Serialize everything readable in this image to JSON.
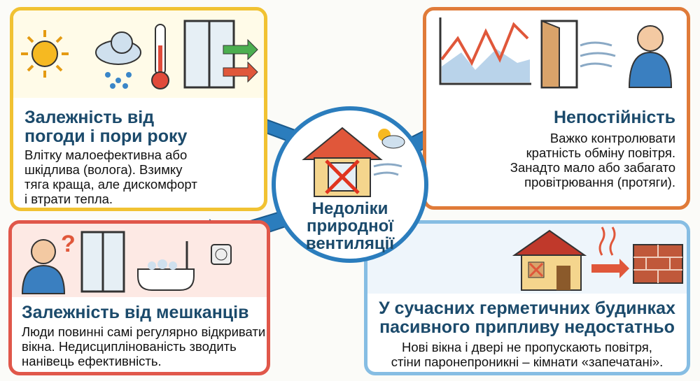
{
  "center": {
    "title_lines": [
      "Недоліки",
      "природної",
      "вентиляції"
    ]
  },
  "cards": [
    {
      "title_lines": [
        "Залежність від",
        "погоди і пори року"
      ],
      "desc_lines": [
        "Влітку малоефективна або",
        "шкідлива (волога). Взимку",
        "тяга краща, але дискомфорт",
        "і втрати тепла."
      ],
      "border_color": "#f1c232",
      "icons": [
        "sun-icon",
        "rain-cloud-icon",
        "thermometer-icon",
        "window-airflow-icon"
      ]
    },
    {
      "title_lines": [
        "Непостійність"
      ],
      "desc_lines": [
        "Важко контролювати",
        "кратність обміну повітря.",
        "Занадто мало або забагато",
        "провітрювання (протяги)."
      ],
      "border_color": "#e07b39",
      "icons": [
        "fluctuating-chart-icon",
        "open-door-draft-icon",
        "cold-person-icon"
      ]
    },
    {
      "title_lines": [
        "Залежність від мешканців"
      ],
      "desc_lines": [
        "Люди повинні самі регулярно відкривати",
        "вікна. Недисциплінованість зводить",
        "нанівець ефективність."
      ],
      "border_color": "#e0574a",
      "icons": [
        "confused-person-icon",
        "window-icon",
        "bathtub-icon",
        "vent-icon"
      ]
    },
    {
      "title_lines": [
        "У сучасних герметичних будинках",
        "пасивного припливу недостатньо"
      ],
      "desc_lines": [
        "Нові вікна і двері не пропускають повітря,",
        "стіни паронепроникні – кімнати «запечатані»."
      ],
      "border_color": "#86bde3",
      "icons": [
        "sealed-house-icon",
        "heat-arrow-icon",
        "brick-wall-icon"
      ]
    }
  ],
  "colors": {
    "arrow": "#2b7dbd",
    "title": "#1b4a6b"
  }
}
